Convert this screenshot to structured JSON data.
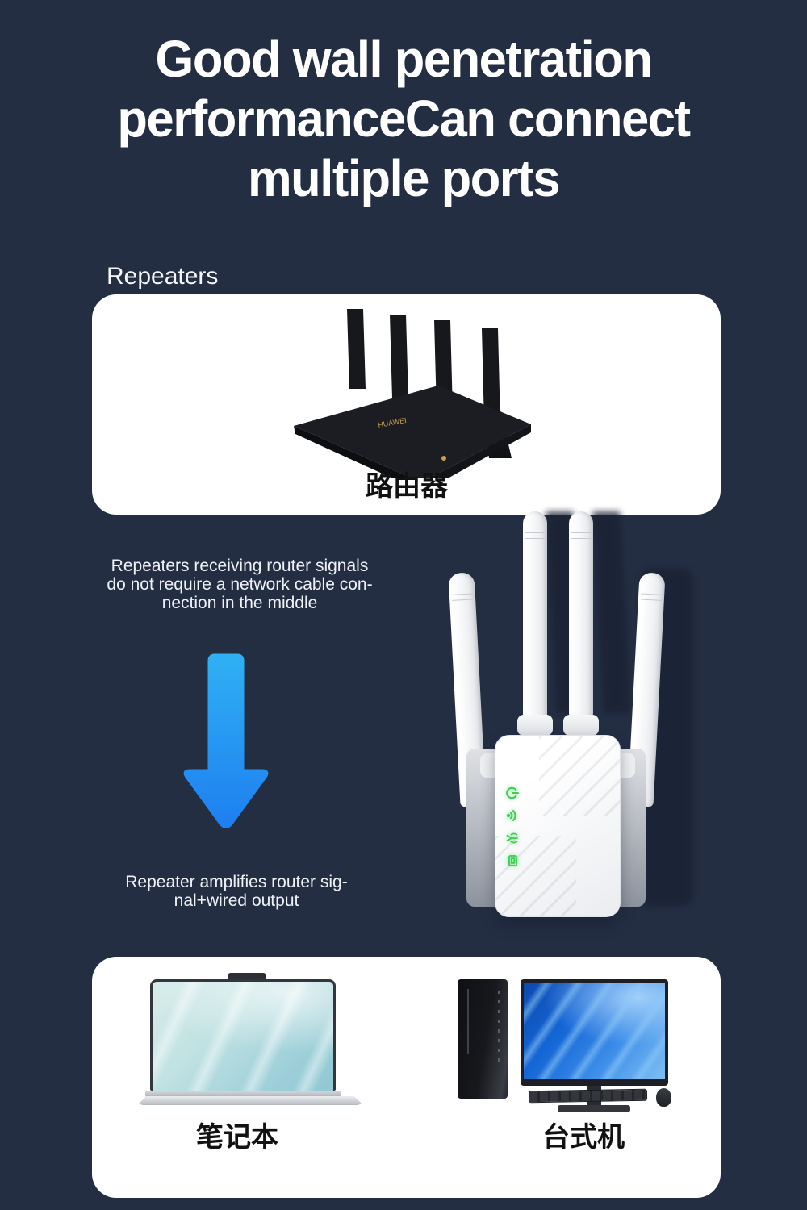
{
  "header": {
    "title": "Good wall penetration\nperformanceCan connect\nmultiple ports"
  },
  "repeaters_section": {
    "label": "Repeaters",
    "router_card": {
      "brand": "HUAWEI",
      "router_label": "路由器"
    }
  },
  "flow": {
    "step1_text": "Repeaters receiving router signals\ndo not require a network cable con-\nnection in the middle",
    "step2_text": "Repeater amplifies router sig-\nnal+wired output"
  },
  "devices_card": {
    "laptop_label": "笔记本",
    "desktop_label": "台式机"
  },
  "colors": {
    "background": "#242e43",
    "card": "#ffffff",
    "arrow_top": "#2fb0f3",
    "arrow_bottom": "#1e7ff0",
    "led_green": "#3ecb52",
    "router_body": "#16181c",
    "brand_gold": "#c9a14e"
  }
}
